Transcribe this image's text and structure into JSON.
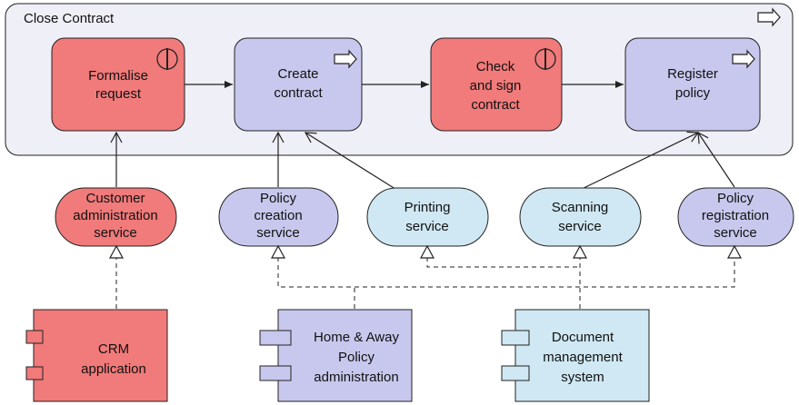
{
  "colors": {
    "process_red": "#f17a7a",
    "process_lilac": "#c8c8ee",
    "container": "#efeff8",
    "service_red": "#f17a7a",
    "service_lilac": "#c8c8ee",
    "service_blue": "#cfe8f3",
    "component_red": "#f17a7a",
    "component_lilac": "#c8c8ee",
    "component_blue": "#cfe8f3",
    "stroke": "#222222"
  },
  "container": {
    "title": "Close Contract"
  },
  "processes": {
    "formalise": {
      "line1": "Formalise",
      "line2": "request"
    },
    "create": {
      "line1": "Create",
      "line2": "contract"
    },
    "check": {
      "line1": "Check",
      "line2": "and sign",
      "line3": "contract"
    },
    "register": {
      "line1": "Register",
      "line2": "policy"
    }
  },
  "services": {
    "customer_admin": {
      "line1": "Customer",
      "line2": "administration",
      "line3": "service"
    },
    "policy_creation": {
      "line1": "Policy",
      "line2": "creation",
      "line3": "service"
    },
    "printing": {
      "line1": "Printing",
      "line2": "service"
    },
    "scanning": {
      "line1": "Scanning",
      "line2": "service"
    },
    "policy_registration": {
      "line1": "Policy",
      "line2": "registration",
      "line3": "service"
    }
  },
  "components": {
    "crm": {
      "line1": "CRM",
      "line2": "application"
    },
    "home_away": {
      "line1": "Home & Away",
      "line2": "Policy",
      "line3": "administration"
    },
    "docmgmt": {
      "line1": "Document",
      "line2": "management",
      "line3": "system"
    }
  }
}
